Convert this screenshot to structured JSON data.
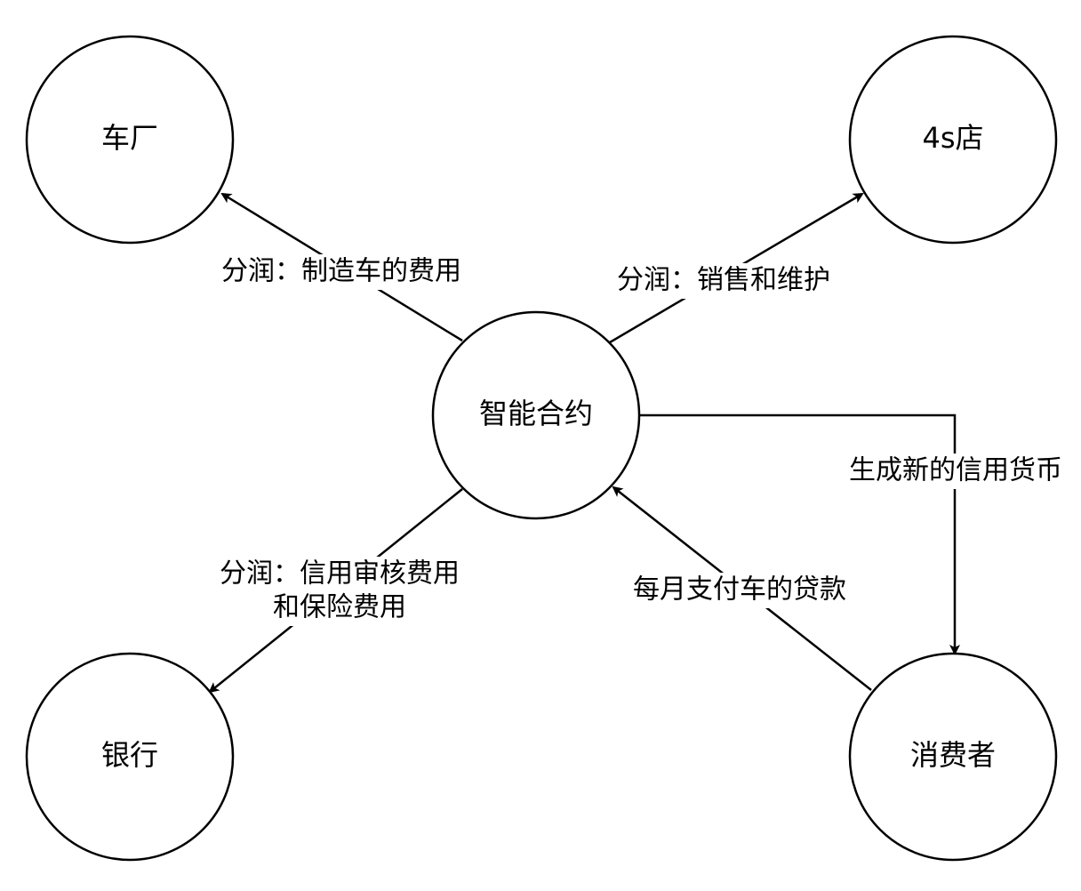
{
  "nodes": {
    "factory": "车厂",
    "dealer": "4s店",
    "contract": "智能合约",
    "bank": "银行",
    "consumer": "消费者"
  },
  "edges": {
    "contract_to_factory": "分润：制造车的费用",
    "contract_to_dealer": "分润：销售和维护",
    "contract_to_consumer": "生成新的信用货币",
    "contract_to_bank_line1": "分润：信用审核费用",
    "contract_to_bank_line2": "和保险费用",
    "consumer_to_contract": "每月支付车的贷款"
  }
}
